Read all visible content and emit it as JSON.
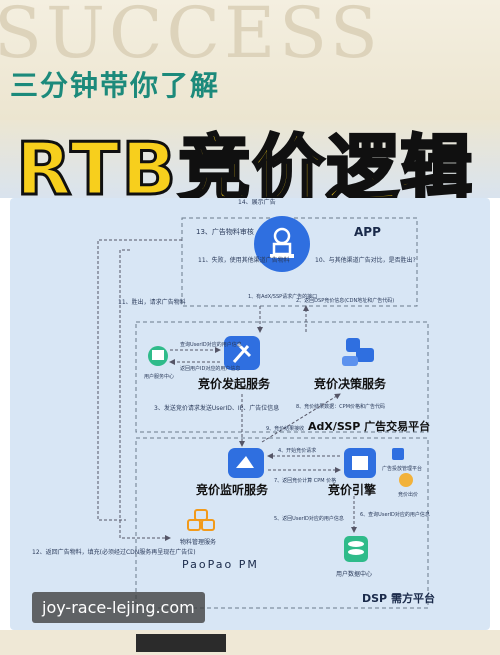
{
  "header": {
    "watermark": "SUCCESS",
    "subtitle": "三分钟带你了解",
    "title": "RTB竞价逻辑"
  },
  "diagram": {
    "app_label": "APP",
    "adx_label": "AdX/SSP 广告交易平台",
    "dsp_label": "DSP 需方平台",
    "node_bid_initiate": "竞价发起服务",
    "node_bid_decision": "竞价决策服务",
    "node_bid_listen": "竞价监听服务",
    "node_bid_engine": "竞价引擎",
    "node_material": "物料管理服务",
    "node_user_db": "用户数据中心",
    "node_user_center_left": "用户服务中心",
    "node_ad_manage": "广告投放管理平台",
    "node_bidder": "竞价出价",
    "logo_text": "PaoPao PM",
    "steps": {
      "s14": "14、展示广告",
      "s13": "13、广告物料审核",
      "s11b": "11、失败，使用其他渠道广告物料",
      "s10": "10、与其他渠道广告对比，是否胜出?",
      "s1": "1、有AdX/SSP请求广告的接口",
      "s2": "2、返回DSP竞价信息(CDN地址和广告代码)",
      "s11": "11、胜出，请求广告物料",
      "s3": "3、发送竞价请求发送UserID、IP、广告位信息",
      "s9": "9、竞价结果接收",
      "s8": "8、竞价结果数据：CPM价格和广告代码",
      "s4": "4、开始竞价请求",
      "s7": "7、返回竞价计算 CPM 价格",
      "s5": "5、返回UserID对应的用户信息",
      "s6": "6、查询UserID对应的用户信息",
      "s12": "12、返回广告物料，填充(必须经过CDN服务再呈现在广告位)",
      "user_info": "查询UserID对应的用户信息",
      "user_info2": "返回用户ID对应的用户信息"
    }
  },
  "url": "joy-race-lejing.com",
  "colors": {
    "accent_blue": "#2f6fe0",
    "title_yellow": "#f7cf1d",
    "subtitle_teal": "#1c8a7b",
    "diagram_bg": "#d8e6f5"
  }
}
